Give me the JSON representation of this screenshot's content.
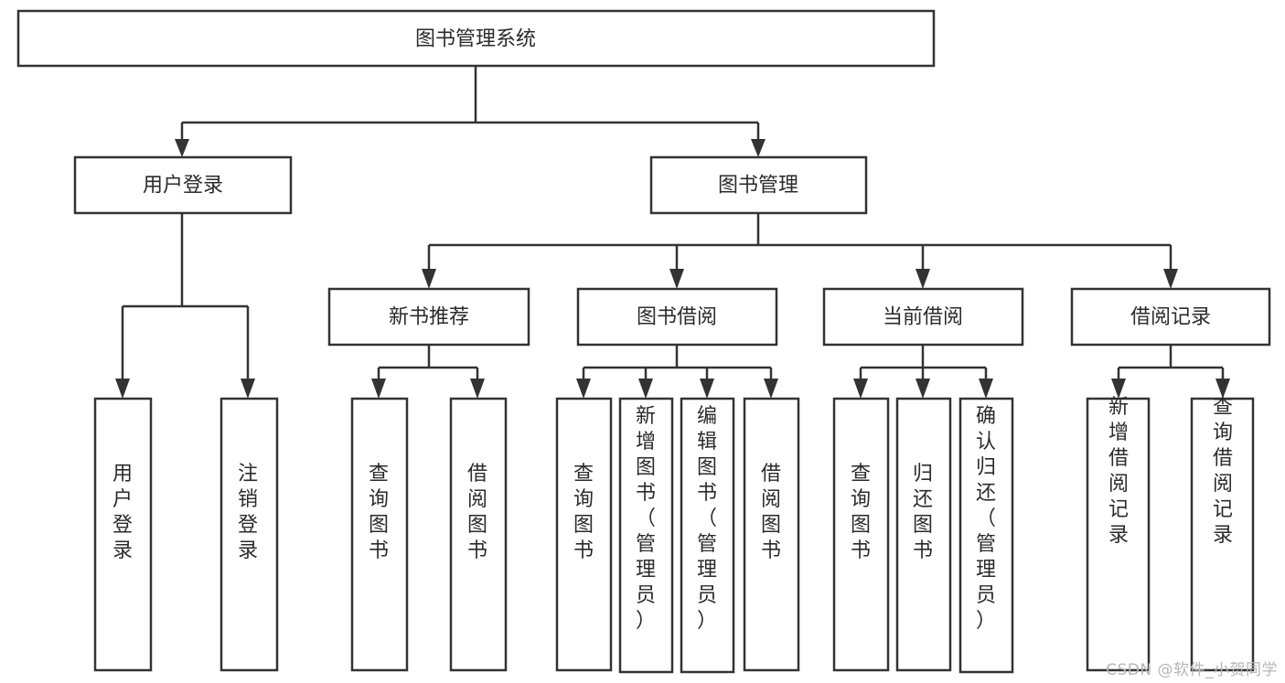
{
  "diagram": {
    "type": "tree",
    "title": "图书管理系统",
    "orientation": "top-down",
    "root": {
      "id": "root",
      "label": "图书管理系统"
    },
    "level2": [
      {
        "id": "user-login",
        "label": "用户登录"
      },
      {
        "id": "book-manage",
        "label": "图书管理"
      }
    ],
    "level3": [
      {
        "id": "new-book-rec",
        "label": "新书推荐",
        "parent": "book-manage"
      },
      {
        "id": "book-borrow",
        "label": "图书借阅",
        "parent": "book-manage"
      },
      {
        "id": "current-borrow",
        "label": "当前借阅",
        "parent": "book-manage"
      },
      {
        "id": "borrow-record",
        "label": "借阅记录",
        "parent": "book-manage"
      }
    ],
    "leaves": [
      {
        "id": "leaf-user-login",
        "label": "用户登录",
        "parent": "user-login"
      },
      {
        "id": "leaf-logout-login",
        "label": "注销登录",
        "parent": "user-login"
      },
      {
        "id": "leaf-query-book-1",
        "label": "查询图书",
        "parent": "new-book-rec"
      },
      {
        "id": "leaf-borrow-book-1",
        "label": "借阅图书",
        "parent": "new-book-rec"
      },
      {
        "id": "leaf-query-book-2",
        "label": "查询图书",
        "parent": "book-borrow"
      },
      {
        "id": "leaf-add-book",
        "label": "新增图书（管理员）",
        "parent": "book-borrow"
      },
      {
        "id": "leaf-edit-book",
        "label": "编辑图书（管理员）",
        "parent": "book-borrow"
      },
      {
        "id": "leaf-borrow-book-2",
        "label": "借阅图书",
        "parent": "book-borrow"
      },
      {
        "id": "leaf-query-book-3",
        "label": "查询图书",
        "parent": "current-borrow"
      },
      {
        "id": "leaf-return-book",
        "label": "归还图书",
        "parent": "current-borrow"
      },
      {
        "id": "leaf-confirm-return",
        "label": "确认归还（管理员）",
        "parent": "current-borrow"
      },
      {
        "id": "leaf-add-record",
        "label": "新增借阅记录",
        "parent": "borrow-record"
      },
      {
        "id": "leaf-query-record",
        "label": "查询借阅记录",
        "parent": "borrow-record"
      }
    ]
  },
  "watermark": {
    "text": "CSDN @软件_小贺同学"
  },
  "colors": {
    "stroke": "#333333",
    "box_fill": "#ffffff",
    "text": "#2b2b2b",
    "watermark": "#b6b6b6",
    "background": "#ffffff"
  }
}
